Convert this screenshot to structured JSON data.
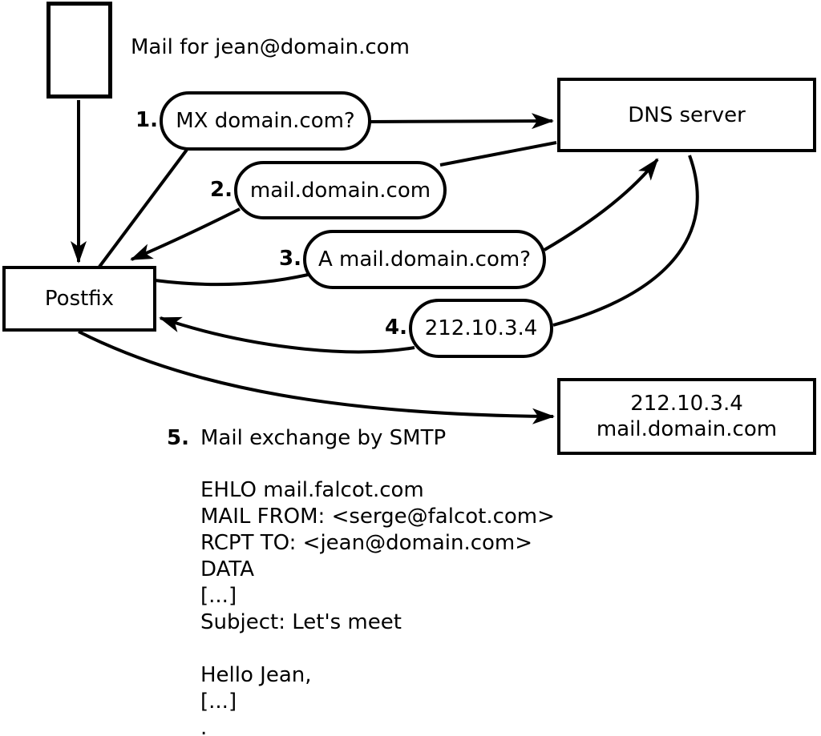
{
  "diagram": {
    "title_label": "Mail for jean@domain.com",
    "nodes": {
      "sender_icon": "envelope",
      "postfix": "Postfix",
      "dns_server": "DNS server",
      "mail_server": {
        "line1": "212.10.3.4",
        "line2": "mail.domain.com"
      }
    },
    "steps": [
      {
        "num": "1.",
        "text": "MX domain.com?"
      },
      {
        "num": "2.",
        "text": "mail.domain.com"
      },
      {
        "num": "3.",
        "text": "A mail.domain.com?"
      },
      {
        "num": "4.",
        "text": "212.10.3.4"
      },
      {
        "num": "5.",
        "text": "Mail exchange by SMTP"
      }
    ],
    "smtp_session": {
      "lines": [
        "EHLO mail.falcot.com",
        "MAIL FROM: <serge@falcot.com>",
        "RCPT TO: <jean@domain.com>",
        "DATA",
        "[...]",
        "Subject: Let's meet",
        "",
        "Hello Jean,",
        "[...]",
        "."
      ]
    },
    "colors": {
      "stroke": "#000000",
      "fill": "#ffffff"
    }
  }
}
